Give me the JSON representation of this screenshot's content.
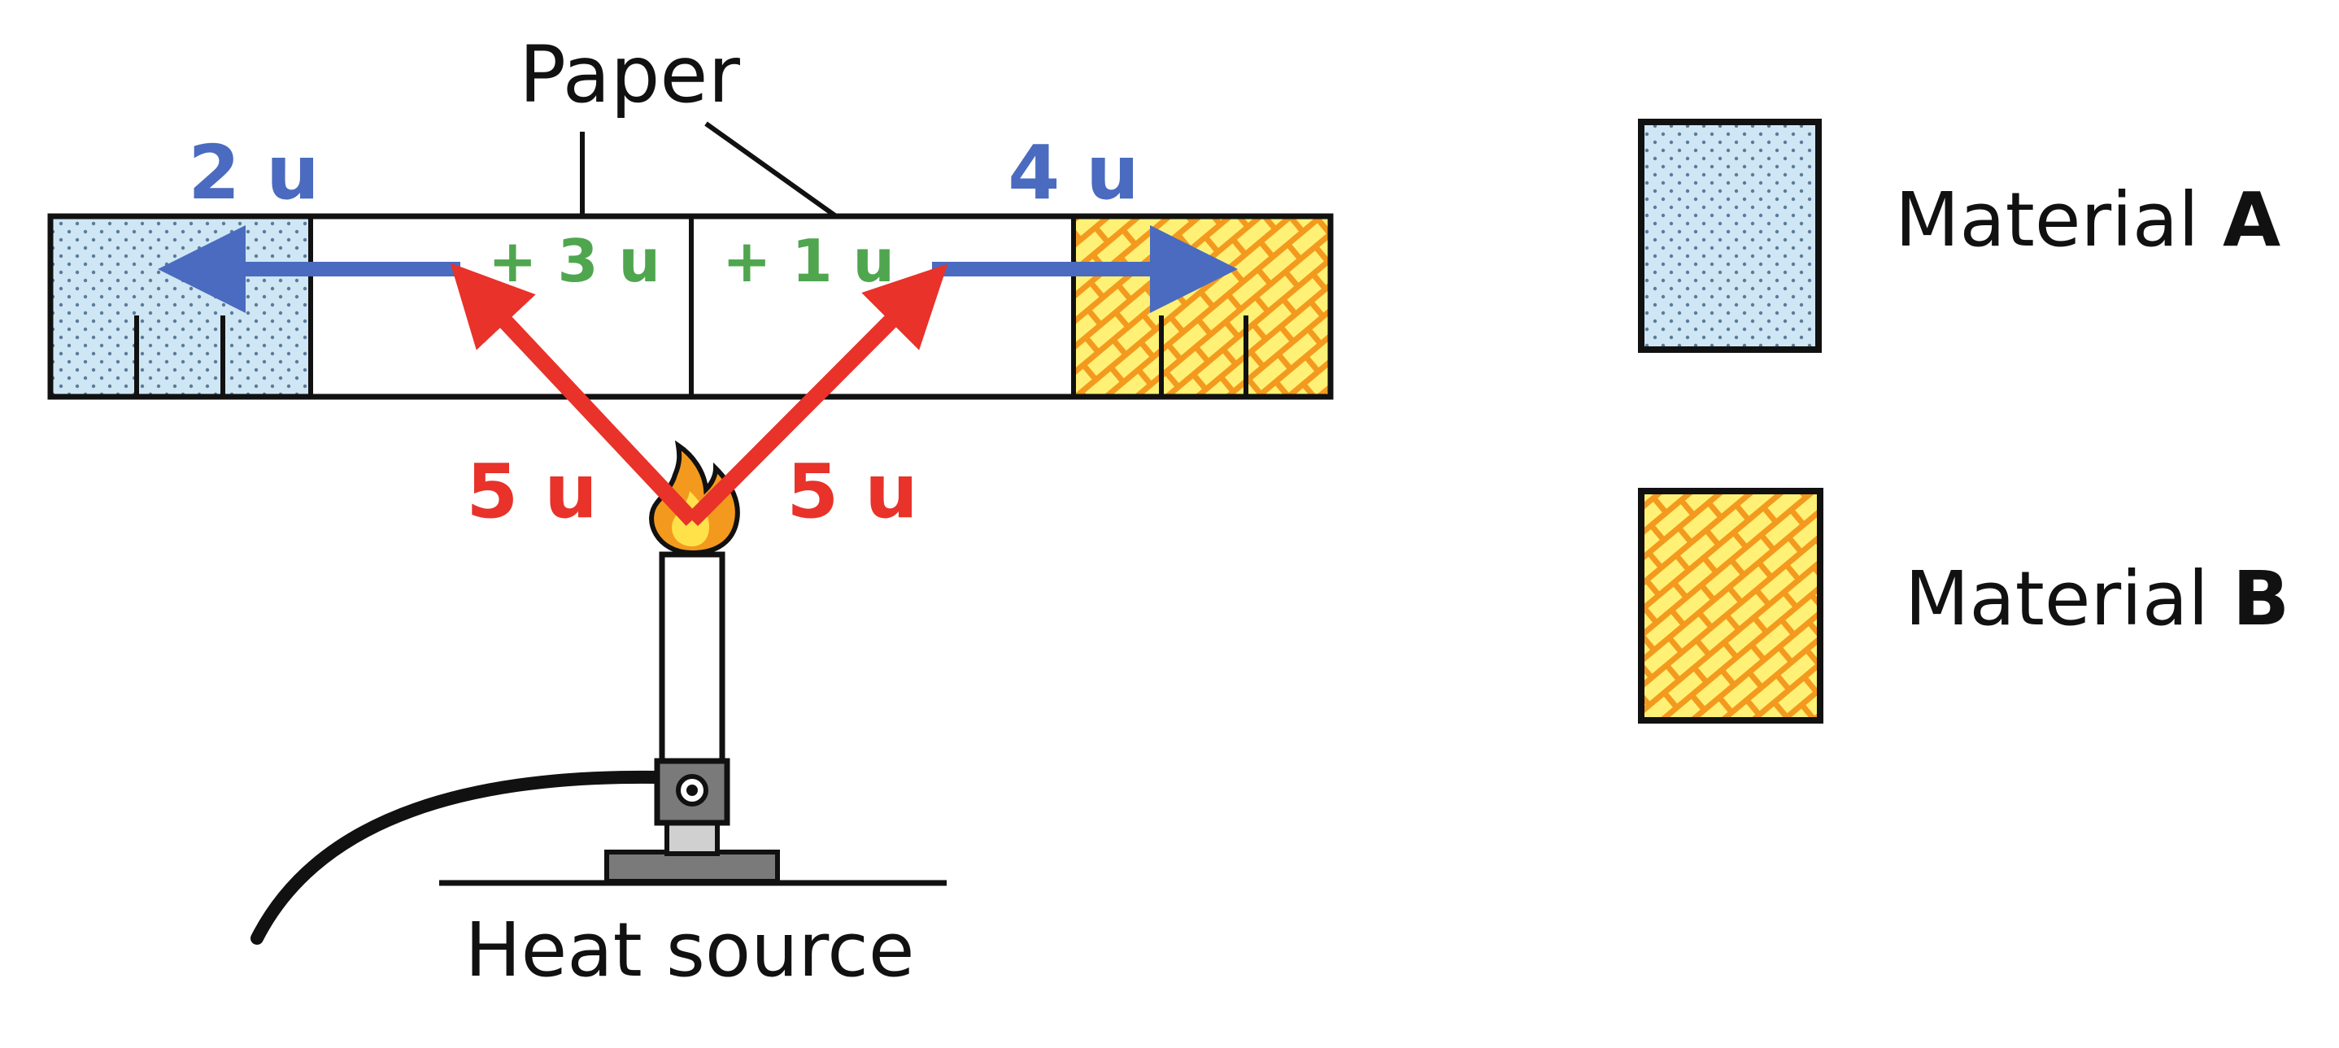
{
  "labels": {
    "paper": "Paper",
    "heat_source": "Heat source"
  },
  "energy": {
    "left_out": "2 u",
    "right_out": "4 u",
    "left_in": "5 u",
    "right_in": "5 u",
    "left_gain": "+ 3 u",
    "right_gain": "+ 1 u"
  },
  "legend": {
    "a": {
      "text": "Material ",
      "letter": "A"
    },
    "b": {
      "text": "Material ",
      "letter": "B"
    }
  },
  "colors": {
    "blue_arrow": "#4A6BBF",
    "red_arrow": "#E8322A",
    "green_text": "#4FA64F",
    "material_a_fill": "#CFE6F5",
    "material_a_dots": "#5A7C9A",
    "material_b_fill": "#FFF176",
    "material_b_pattern": "#F39A1E",
    "outline": "#111111"
  }
}
